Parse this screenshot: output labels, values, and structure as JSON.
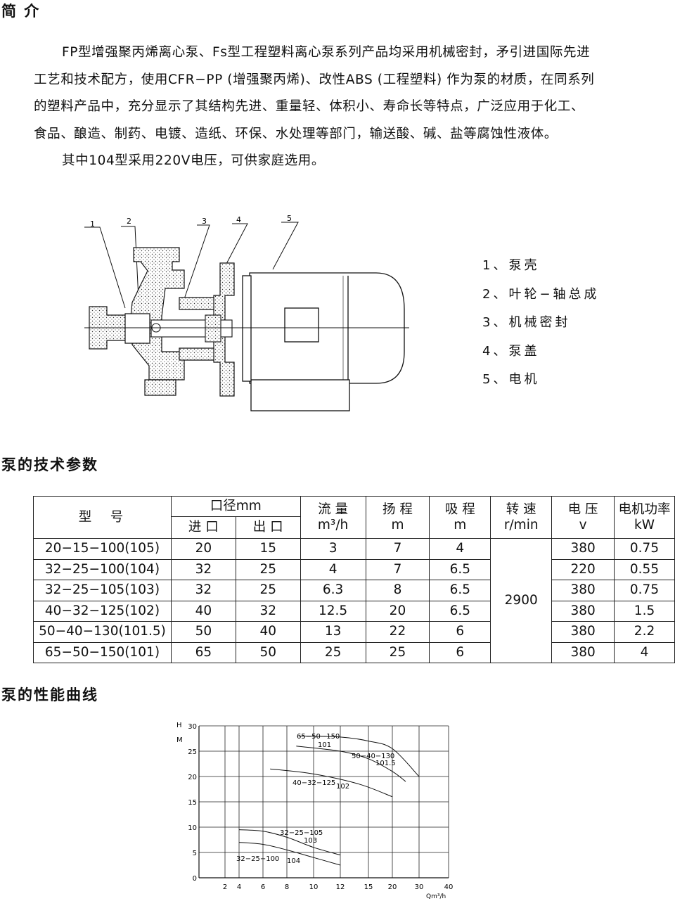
{
  "intro": {
    "heading": "简 介",
    "para1_line1": "FP型增强聚丙烯离心泵、Fs型工程塑料离心泵系列产品均采用机械密封，矛引进国际先进",
    "para1_line2": "工艺和技术配方，使用CFR−PP (增强聚丙烯)、改性ABS (工程塑料) 作为泵的材质，在同系列",
    "para1_line3": "的塑料产品中，充分显示了其结构先进、重量轻、体积小、寿命长等特点，广泛应用于化工、",
    "para1_line4": "食品、酿造、制药、电镀、造纸、环保、水处理等部门，输送酸、碱、盐等腐蚀性液体。",
    "para2": "其中104型采用220V电压，可供家庭选用。"
  },
  "diagram": {
    "callouts": [
      "1",
      "2",
      "3",
      "4",
      "5"
    ],
    "legend": [
      "1、泵壳",
      "2、叶轮−轴总成",
      "3、机械密封",
      "4、泵盖",
      "5、电机"
    ]
  },
  "spec": {
    "heading": "泵的技术参数",
    "headers": {
      "model": "型　号",
      "caliber": "口径mm",
      "inlet": "进 口",
      "outlet": "出 口",
      "flow": "流 量",
      "flow_unit": "m³/h",
      "head": "扬 程",
      "head_unit": "m",
      "suction": "吸 程",
      "suction_unit": "m",
      "speed": "转 速",
      "speed_unit": "r/min",
      "voltage": "电 压",
      "voltage_unit": "v",
      "power": "电机功率",
      "power_unit": "kW"
    },
    "speed_value": "2900",
    "rows": [
      {
        "model": "20−15−100(105)",
        "inlet": "20",
        "outlet": "15",
        "flow": "3",
        "head": "7",
        "suction": "4",
        "voltage": "380",
        "power": "0.75"
      },
      {
        "model": "32−25−100(104)",
        "inlet": "32",
        "outlet": "25",
        "flow": "4",
        "head": "7",
        "suction": "6.5",
        "voltage": "220",
        "power": "0.55"
      },
      {
        "model": "32−25−105(103)",
        "inlet": "32",
        "outlet": "25",
        "flow": "6.3",
        "head": "8",
        "suction": "6.5",
        "voltage": "380",
        "power": "0.75"
      },
      {
        "model": "40−32−125(102)",
        "inlet": "40",
        "outlet": "32",
        "flow": "12.5",
        "head": "20",
        "suction": "6.5",
        "voltage": "380",
        "power": "1.5"
      },
      {
        "model": "50−40−130(101.5)",
        "inlet": "50",
        "outlet": "40",
        "flow": "13",
        "head": "22",
        "suction": "6",
        "voltage": "380",
        "power": "2.2"
      },
      {
        "model": "65−50−150(101)",
        "inlet": "65",
        "outlet": "50",
        "flow": "25",
        "head": "25",
        "suction": "6",
        "voltage": "380",
        "power": "4"
      }
    ]
  },
  "curves": {
    "heading": "泵的性能曲线"
  },
  "chart_data": {
    "type": "line",
    "ylabel": "H M",
    "xlabel": "Qm³/h",
    "x_ticks": [
      "0",
      "2",
      "4",
      "6",
      "8",
      "10",
      "12",
      "15",
      "20",
      "30",
      "40"
    ],
    "y_ticks": [
      0,
      5,
      10,
      15,
      20,
      25,
      30
    ],
    "ylim": [
      0,
      30
    ],
    "grid": true,
    "series": [
      {
        "name": "65−50−150 101",
        "label1": "65−50−150",
        "label2": "101",
        "x": [
          8.9,
          12,
          15,
          20,
          30
        ],
        "y": [
          28,
          27.8,
          27,
          25.5,
          20
        ]
      },
      {
        "name": "50−40−130 101.5",
        "label1": "50−40−130",
        "label2": "101.5",
        "x": [
          8.7,
          12,
          15,
          20,
          25
        ],
        "y": [
          26,
          25,
          23.5,
          21,
          19
        ]
      },
      {
        "name": "40−32−125 102",
        "label1": "40−32−125",
        "label2": "102",
        "x": [
          6.6,
          10,
          14,
          20
        ],
        "y": [
          21.5,
          20.5,
          18.5,
          16
        ]
      },
      {
        "name": "32−25−105 103",
        "label1": "32−25−105",
        "label2": "103",
        "x": [
          4,
          6,
          8,
          10,
          12
        ],
        "y": [
          9.5,
          9.2,
          8,
          6,
          4.5
        ]
      },
      {
        "name": "32−25−100 104",
        "label1": "32−25−100",
        "label2": "104",
        "x": [
          4,
          6,
          8,
          10,
          12
        ],
        "y": [
          7,
          6.6,
          5.5,
          4,
          2.5
        ]
      }
    ]
  }
}
